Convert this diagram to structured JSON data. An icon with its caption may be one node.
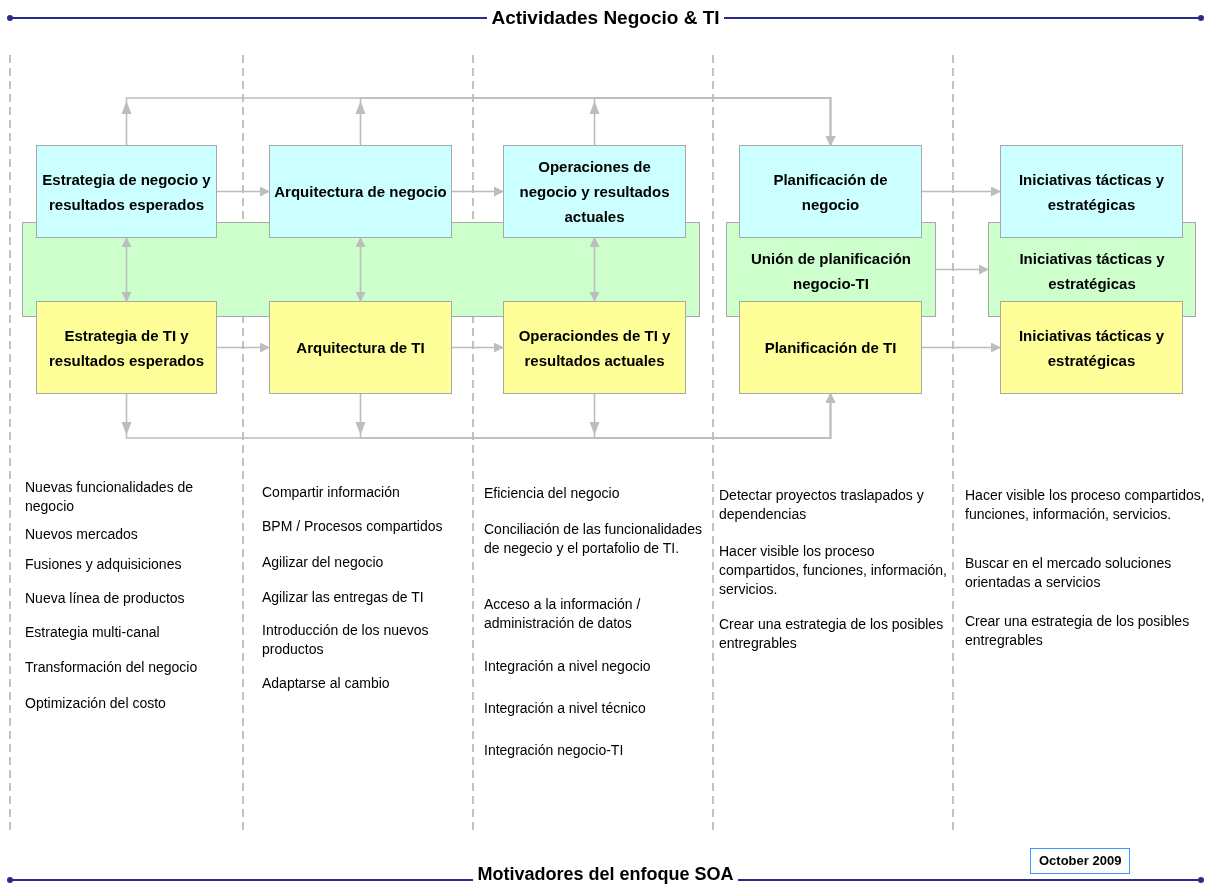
{
  "diagram": {
    "title": "Actividades Negocio & TI",
    "caption": "Motivadores del enfoque SOA",
    "nodes": [
      {
        "text": [
          "Estrategia de negocio y resultados esperados"
        ]
      },
      {
        "text": [
          "Arquitectura de negocio"
        ]
      },
      {
        "text": [
          "Operaciones de negocio y resultados actuales"
        ]
      },
      {
        "text": [
          "Planificación de negocio"
        ]
      },
      {
        "text": [
          "Iniciativas tácticas y estratégicas"
        ]
      },
      {
        "text": [
          "Unión de planificación negocio-TI"
        ]
      },
      {
        "text": [
          "Iniciativas tácticas y estratégicas"
        ]
      },
      {
        "text": [
          "Estrategia de TI y resultados esperados"
        ]
      },
      {
        "text": [
          "Arquitectura de TI"
        ]
      },
      {
        "text": [
          "Operaciondes de TI y resultados actuales"
        ]
      },
      {
        "text": [
          "Planificación de TI"
        ]
      },
      {
        "text": [
          "Iniciativas tácticas y estratégicas"
        ]
      }
    ],
    "edges": [
      {
        "from": 0,
        "to": 1,
        "arrow": "to"
      },
      {
        "from": 1,
        "to": 2,
        "arrow": "to"
      },
      {
        "from": 7,
        "to": 8,
        "arrow": "to"
      },
      {
        "from": 8,
        "to": 9,
        "arrow": "to"
      },
      {
        "from": 3,
        "to": 4,
        "arrow": "to"
      },
      {
        "from": 5,
        "to": 6,
        "arrow": "to"
      },
      {
        "from": 10,
        "to": 11,
        "arrow": "to"
      },
      {
        "from": 0,
        "to": 7,
        "arrow": "both"
      },
      {
        "from": 1,
        "to": 8,
        "arrow": "both"
      },
      {
        "from": 2,
        "to": 9,
        "arrow": "both"
      },
      {
        "from": 0,
        "to": 3,
        "arrow": "to"
      },
      {
        "from": 1,
        "to": 3,
        "arrow": "to"
      },
      {
        "from": 2,
        "to": 3,
        "arrow": "to"
      },
      {
        "from": 7,
        "to": 10,
        "arrow": "to"
      },
      {
        "from": 8,
        "to": 10,
        "arrow": "to"
      },
      {
        "from": 9,
        "to": 10,
        "arrow": "to"
      }
    ],
    "labels": [
      "Nuevas funcionalidades de negocio",
      "Nuevos mercados",
      "Fusiones y adquisiciones",
      "Nueva línea de productos",
      "Estrategia multi-canal",
      "Transformación del negocio",
      "Optimización del costo",
      "Compartir información",
      "BPM / Procesos compartidos",
      "Agilizar del negocio",
      "Agilizar las entregas de TI",
      "Introducción de los nuevos productos",
      "Adaptarse al cambio",
      "Eficiencia del negocio",
      "Conciliación de las funcionalidades de negecio y el portafolio de TI.",
      "Acceso a la información / administración de datos",
      "Integración a nivel negocio",
      "Integración a nivel técnico",
      "Integración negocio-TI",
      "Detectar proyectos traslapados y dependencias",
      "Hacer visible los proceso compartidos, funciones, información, servicios.",
      "Crear una estrategia de los posibles entregrables",
      "Hacer visible los proceso compartidos, funciones, información, servicios.",
      "Buscar en el mercado soluciones orientadas a servicios",
      "Crear una estrategia de los posibles entregrables",
      "October 2009"
    ]
  }
}
